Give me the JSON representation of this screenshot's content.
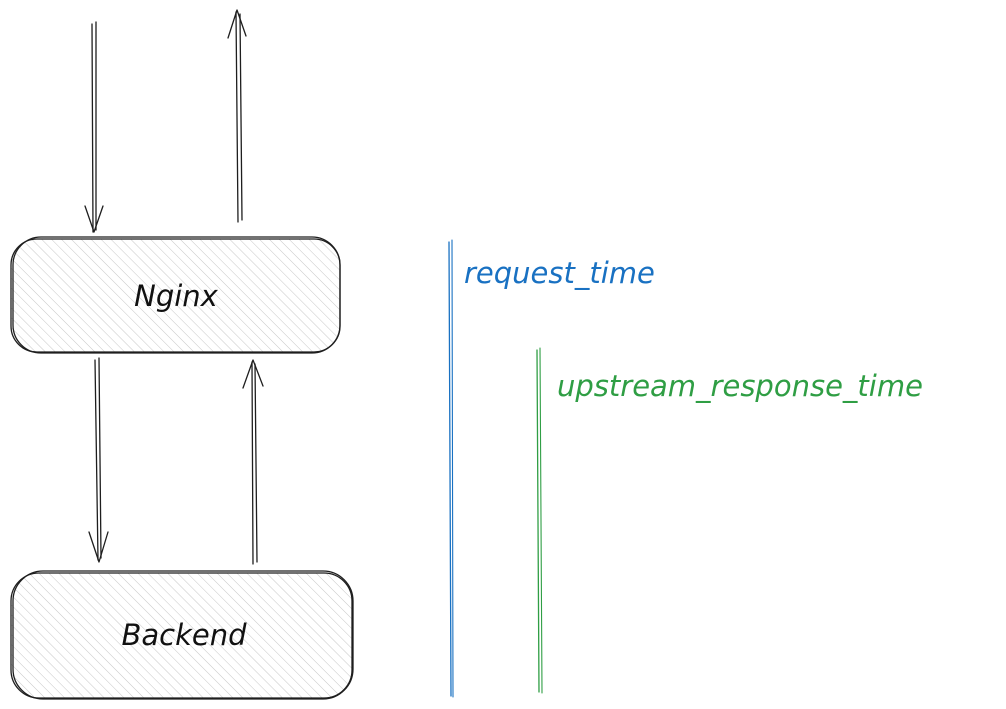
{
  "nodes": {
    "nginx": {
      "label": "Nginx"
    },
    "backend": {
      "label": "Backend"
    }
  },
  "timings": {
    "request_time": {
      "label": "request_time",
      "color": "#1971c2"
    },
    "upstream_response_time": {
      "label": "upstream_response_time",
      "color": "#2f9e44"
    }
  },
  "colors": {
    "stroke": "#1e1e1e",
    "box_hatch": "#c7c7c7"
  }
}
